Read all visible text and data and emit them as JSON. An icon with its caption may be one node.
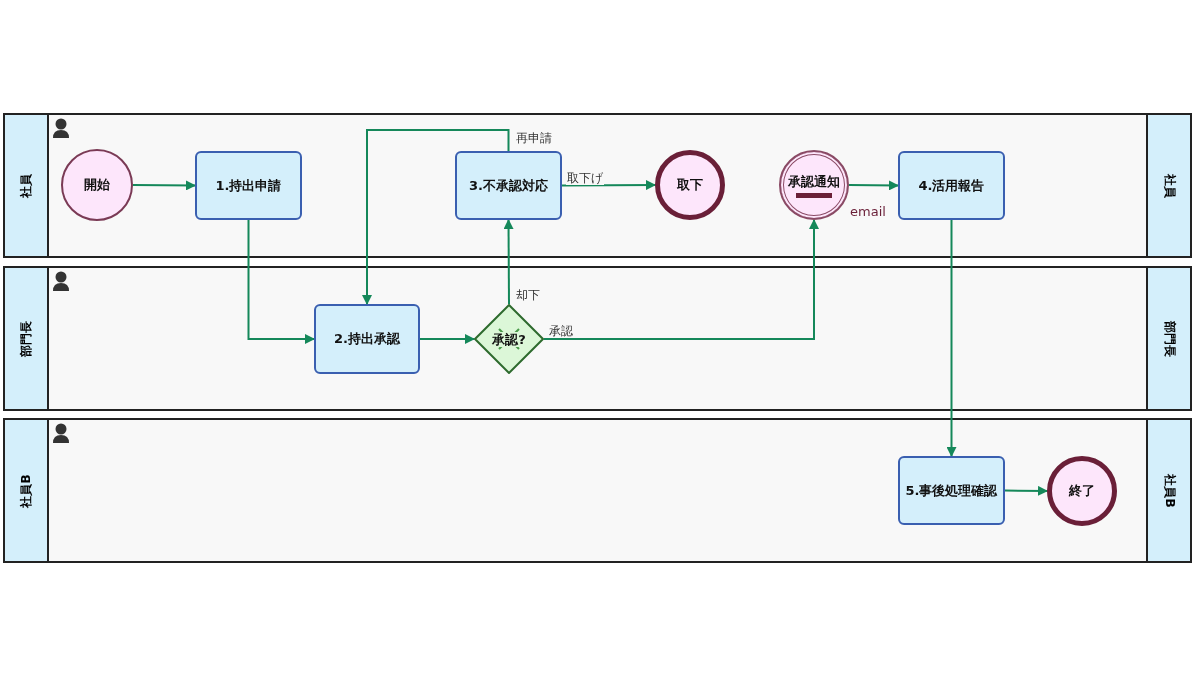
{
  "diagram": {
    "nodes": [
      {
        "text": [
          "社員",
          "社員"
        ]
      },
      {
        "text": [
          "部門長",
          "部門長"
        ]
      },
      {
        "text": [
          "社員B",
          "社員B"
        ]
      },
      {
        "text": [
          "開始"
        ],
        "in": 0
      },
      {
        "text": [
          "1.持出申請"
        ],
        "in": 0
      },
      {
        "text": [
          "3.不承認対応"
        ],
        "in": 0
      },
      {
        "text": [
          "取下"
        ],
        "in": 0
      },
      {
        "text": [
          "承認通知"
        ],
        "in": 0,
        "beside": [
          "email"
        ]
      },
      {
        "text": [
          "4.活用報告"
        ],
        "in": 0
      },
      {
        "text": [
          "2.持出承認"
        ],
        "in": 1
      },
      {
        "text": [
          "承認?"
        ],
        "in": 1
      },
      {
        "text": [
          "5.事後処理確認"
        ],
        "in": 2
      },
      {
        "text": [
          "終了"
        ],
        "in": 2
      }
    ],
    "edges": [
      {
        "from": 3,
        "to": 4,
        "arrow": "to"
      },
      {
        "from": 4,
        "to": 9,
        "arrow": "to"
      },
      {
        "from": 5,
        "to": 9,
        "arrow": "to",
        "label": "再申請"
      },
      {
        "from": 5,
        "to": 6,
        "arrow": "to",
        "label": "取下げ"
      },
      {
        "from": 9,
        "to": 10,
        "arrow": "to"
      },
      {
        "from": 10,
        "to": 5,
        "arrow": "to",
        "label": "却下"
      },
      {
        "from": 10,
        "to": 7,
        "arrow": "to",
        "label": "承認"
      },
      {
        "from": 7,
        "to": 8,
        "arrow": "to"
      },
      {
        "from": 8,
        "to": 11,
        "arrow": "to"
      },
      {
        "from": 11,
        "to": 12,
        "arrow": "to"
      }
    ]
  }
}
